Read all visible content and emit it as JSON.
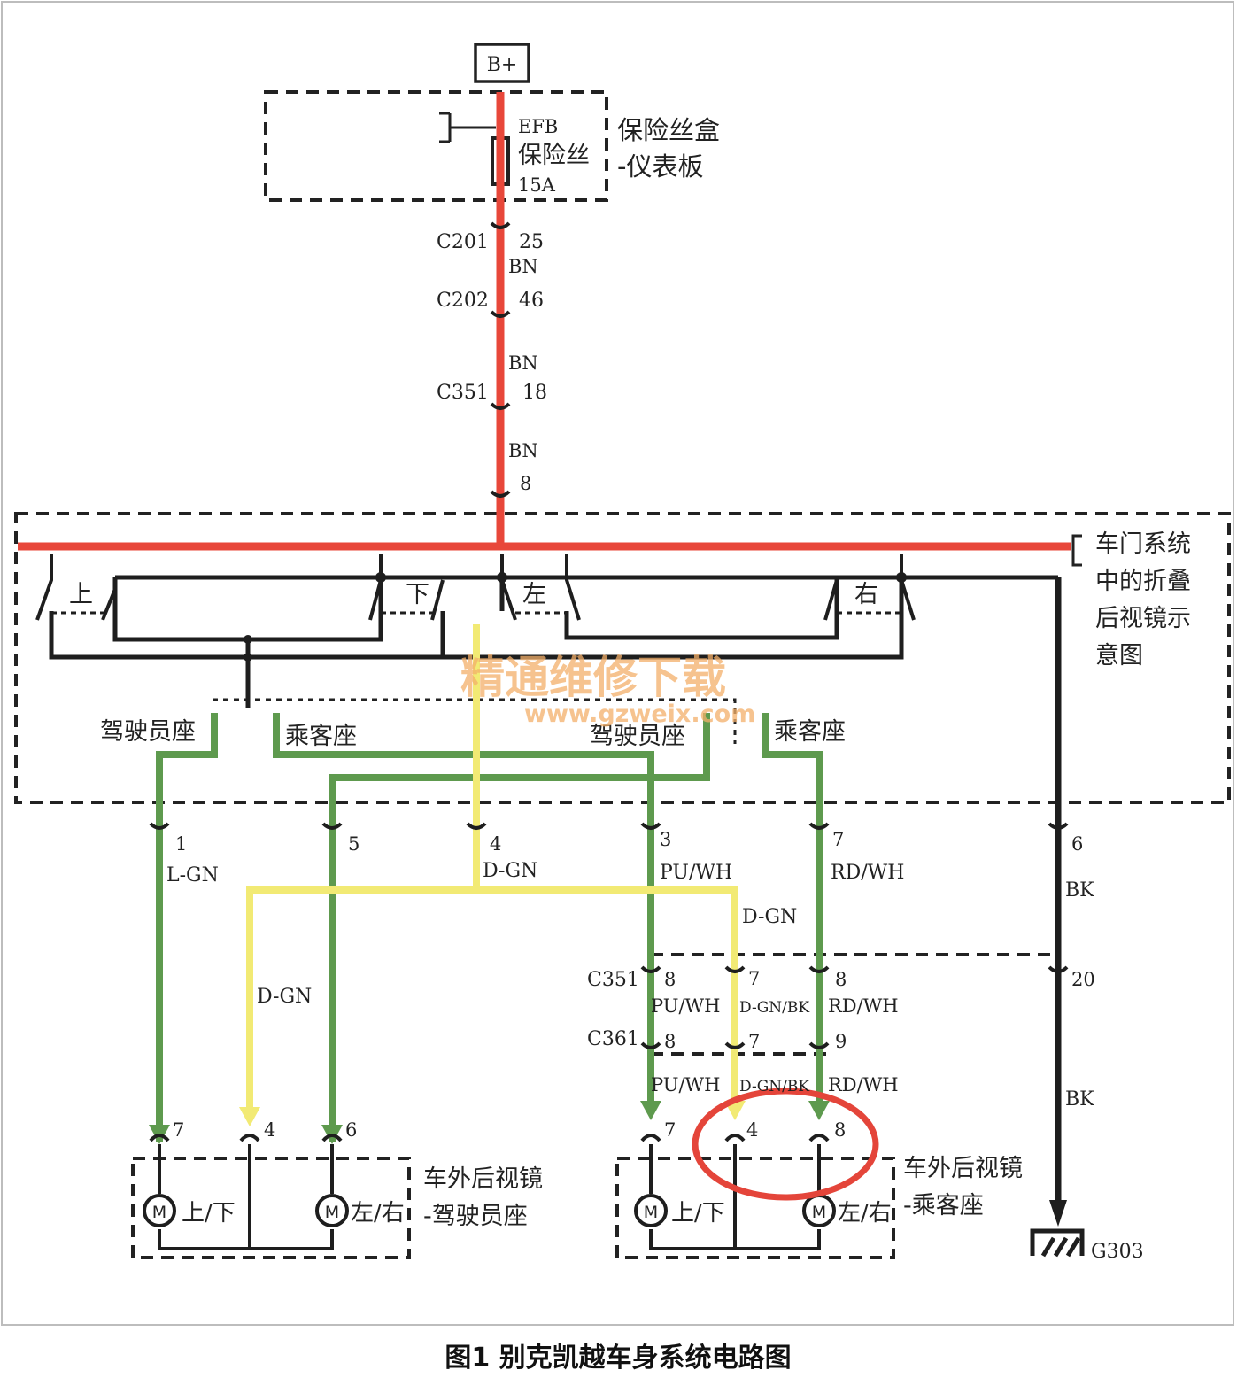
{
  "colors": {
    "red": "#e8473a",
    "green": "#5e9a4e",
    "yellow": "#f2ea74",
    "black": "#1e1e1e",
    "highlight": "#e4453a",
    "watermark": "#f4b06a"
  },
  "power": {
    "source": "B+",
    "fuse_box_line1": "保险丝盒",
    "fuse_box_line2": "-仪表板",
    "fuse_line1": "EFB",
    "fuse_line2": "保险丝",
    "fuse_line3": "15A"
  },
  "supply": {
    "c201": "C201",
    "c201_pin": "25",
    "wire1": "BN",
    "c202": "C202",
    "c202_pin": "46",
    "wire2": "BN",
    "c351": "C351",
    "c351_pin": "18",
    "wire3": "BN",
    "switch_pin": "8"
  },
  "switch_box": {
    "title": [
      "车门系统",
      "中的折叠",
      "后视镜示",
      "意图"
    ],
    "up": "上",
    "down": "下",
    "left": "左",
    "right": "右",
    "driver1": "驾驶员座",
    "passenger1": "乘客座",
    "driver2": "驾驶员座",
    "passenger2": "乘客座"
  },
  "pins": {
    "p1": "1",
    "p1_wire": "L-GN",
    "p5": "5",
    "p4": "4",
    "p4_wire": "D-GN",
    "p3": "3",
    "p3_wire": "PU/WH",
    "p7": "7",
    "p7_wire": "RD/WH",
    "p6": "6",
    "p6_wire": "BK",
    "dgn_branch": "D-GN",
    "dgn_left": "D-GN"
  },
  "connectors": {
    "c351": "C351",
    "c351_a": "8",
    "c351_b": "7",
    "c351_c": "8",
    "c351_d": "20",
    "w_pu": "PU/WH",
    "w_dgnbk": "D-GN/BK",
    "w_rd": "RD/WH",
    "c361": "C361",
    "c361_a": "8",
    "c361_b": "7",
    "c361_c": "9",
    "w_pu2": "PU/WH",
    "w_dgnbk2": "D-GN/BK",
    "w_rd2": "RD/WH",
    "bk2": "BK"
  },
  "mirror_driver": {
    "pin_a": "7",
    "pin_b": "4",
    "pin_c": "6",
    "motor": "M",
    "updown": "上/下",
    "leftright": "左/右",
    "label_line1": "车外后视镜",
    "label_line2": "-驾驶员座"
  },
  "mirror_passenger": {
    "pin_a": "7",
    "pin_b": "4",
    "pin_c": "8",
    "motor": "M",
    "updown": "上/下",
    "leftright": "左/右",
    "label_line1": "车外后视镜",
    "label_line2": "-乘客座"
  },
  "ground": {
    "label": "G303"
  },
  "watermark": {
    "line1": "精通维修下载",
    "line2": "www.gzweix.com"
  },
  "caption": "图1 别克凯越车身系统电路图"
}
